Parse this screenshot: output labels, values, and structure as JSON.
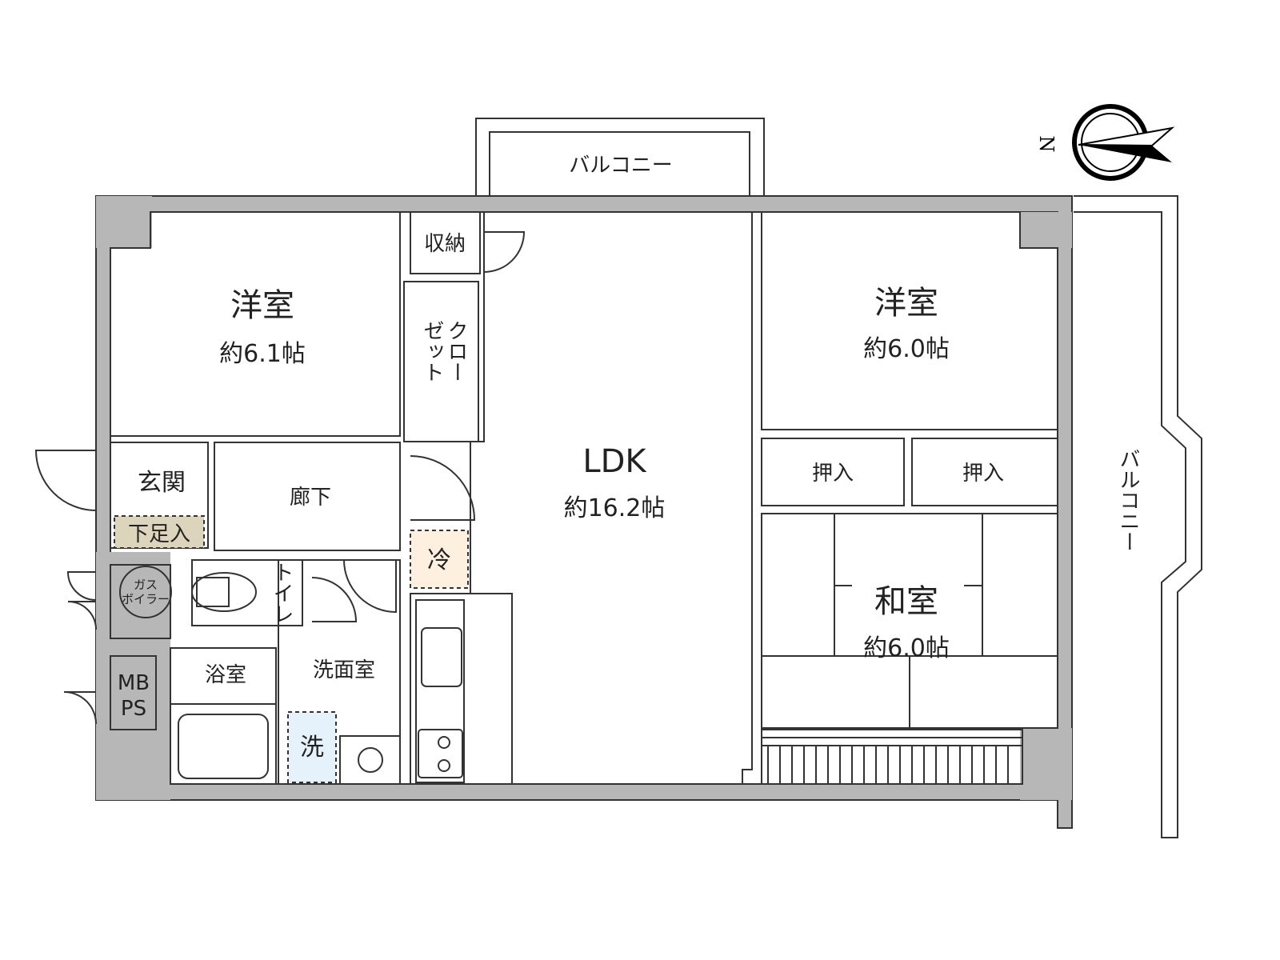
{
  "rooms": {
    "western_left": {
      "name": "洋室",
      "size": "約6.1帖"
    },
    "western_right": {
      "name": "洋室",
      "size": "約6.0帖"
    },
    "ldk": {
      "name": "LDK",
      "size": "約16.2帖"
    },
    "japanese": {
      "name": "和室",
      "size": "約6.0帖"
    },
    "storage": "収納",
    "closet": [
      "クロー",
      "ゼット"
    ],
    "oshiire_1": "押入",
    "oshiire_2": "押入",
    "entrance": "玄関",
    "shoe_box": "下足入",
    "hallway": "廊下",
    "toilet": "トイレ",
    "bathroom": "浴室",
    "washroom": "洗面室",
    "washer": "洗",
    "fridge": "冷",
    "gas_boiler": [
      "ガス",
      "ボイラー"
    ],
    "mbps": [
      "MB",
      "PS"
    ],
    "balcony_top": "バルコニー",
    "balcony_right": "バルコニー"
  },
  "compass": {
    "label": "N",
    "icon": "north-arrow-icon"
  },
  "colors": {
    "western": "#fcfaec",
    "ldk": "#fdf0df",
    "japanese": "#e1ecd0",
    "storage": "#ddd5bb",
    "wet": "#e5f2fb",
    "wall": "#b7b7b7"
  }
}
